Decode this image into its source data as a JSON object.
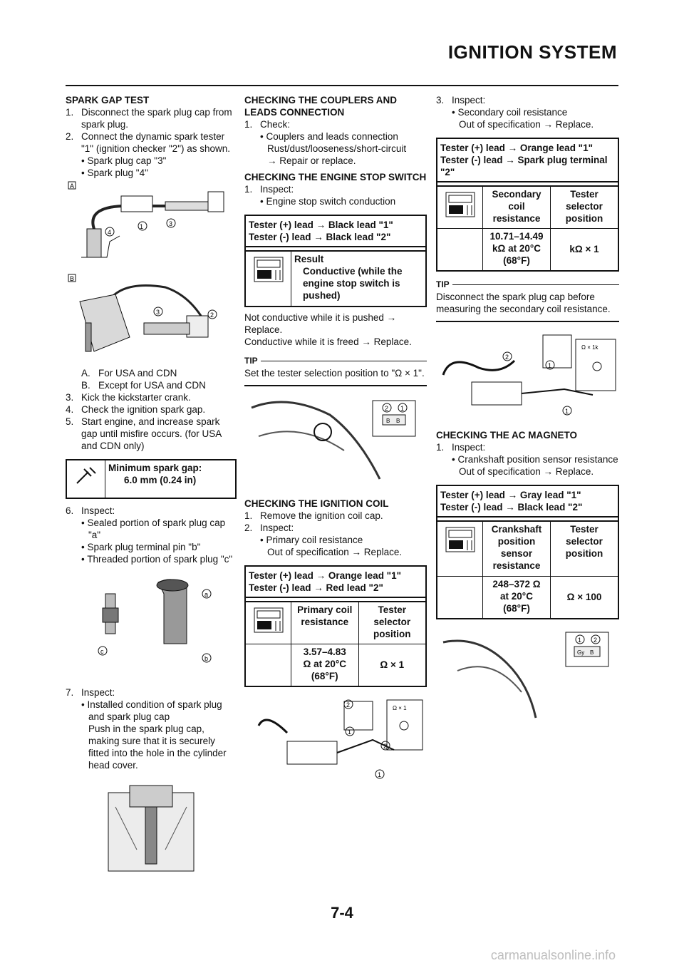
{
  "header": {
    "title": "IGNITION SYSTEM"
  },
  "page_number": "7-4",
  "watermark": "carmanualsonline.info",
  "col1": {
    "spark_gap_heading": "SPARK GAP TEST",
    "steps1": [
      {
        "n": "1.",
        "t": "Disconnect the spark plug cap from spark plug."
      },
      {
        "n": "2.",
        "t": "Connect the dynamic spark tester \"1\" (ignition checker \"2\") as shown."
      }
    ],
    "bullets1": [
      "Spark plug cap \"3\"",
      "Spark plug \"4\""
    ],
    "fig_labels": {
      "a": "A",
      "b": "B",
      "c1": "1",
      "c2": "2",
      "c3": "3",
      "c4": "4",
      "small": "a",
      "bb": "b",
      "cc": "c"
    },
    "ab": [
      {
        "n": "A.",
        "t": "For USA and CDN"
      },
      {
        "n": "B.",
        "t": "Except for USA and CDN"
      }
    ],
    "steps2": [
      {
        "n": "3.",
        "t": "Kick the kickstarter crank."
      },
      {
        "n": "4.",
        "t": "Check the ignition spark gap."
      },
      {
        "n": "5.",
        "t": "Start engine, and increase spark gap until misfire occurs. (for USA and CDN only)"
      }
    ],
    "spec": {
      "label": "Minimum spark gap:",
      "value": "6.0 mm (0.24 in)"
    },
    "step6": {
      "n": "6.",
      "t": "Inspect:"
    },
    "bullets6": [
      "Sealed portion of spark plug cap \"a\"",
      "Spark plug terminal pin \"b\"",
      "Threaded portion of spark plug \"c\""
    ],
    "step7": {
      "n": "7.",
      "t": "Inspect:"
    },
    "bullet7": "Installed condition of spark plug and spark plug cap",
    "bullet7_sub": "Push in the spark plug cap, making sure that it is securely fitted into the hole in the cylinder head cover."
  },
  "col2": {
    "couplers_heading": "CHECKING THE COUPLERS AND LEADS CONNECTION",
    "step1": {
      "n": "1.",
      "t": "Check:"
    },
    "bullet1": "Couplers and leads connection",
    "sub1": "Rust/dust/looseness/short-circuit",
    "sub1b": "→ Repair or replace.",
    "stop_heading": "CHECKING THE ENGINE STOP SWITCH",
    "stop_step": {
      "n": "1.",
      "t": "Inspect:"
    },
    "stop_bullet": "Engine stop switch conduction",
    "stop_table": {
      "lead1": "Tester (+) lead → Black lead \"1\"",
      "lead2": "Tester (-) lead → Black lead \"2\"",
      "result_label": "Result",
      "result_value": "Conductive (while the engine stop switch is pushed)"
    },
    "para1": "Not conductive while it is pushed → Replace.",
    "para2": "Conductive while it is freed → Replace.",
    "tip_label": "TIP",
    "tip_text": "Set the tester selection position to \"Ω × 1\".",
    "coil_heading": "CHECKING THE IGNITION COIL",
    "coil_steps": [
      {
        "n": "1.",
        "t": "Remove the ignition coil cap."
      },
      {
        "n": "2.",
        "t": "Inspect:"
      }
    ],
    "coil_bullet": "Primary coil resistance",
    "coil_sub": "Out of specification → Replace.",
    "coil_table": {
      "lead1": "Tester (+) lead → Orange lead \"1\"",
      "lead2": "Tester (-) lead → Red lead \"2\"",
      "h1": "Primary coil resistance",
      "h2": "Tester selector position",
      "v1a": "3.57–4.83",
      "v1b": "Ω at 20°C",
      "v1c": "(68°F)",
      "v2": "Ω × 1"
    },
    "fig_labels": {
      "one": "1",
      "two": "2",
      "b1": "B",
      "b2": "B",
      "ohm": "Ω × 1"
    }
  },
  "col3": {
    "step3": {
      "n": "3.",
      "t": "Inspect:"
    },
    "bullet3": "Secondary coil resistance",
    "sub3": "Out of specification → Replace.",
    "sec_table": {
      "lead1": "Tester (+) lead → Orange lead \"1\"",
      "lead2": "Tester (-) lead → Spark plug terminal \"2\"",
      "h1": "Secondary coil resistance",
      "h2": "Tester selector position",
      "v1a": "10.71–14.49",
      "v1b": "kΩ at 20°C",
      "v1c": "(68°F)",
      "v2": "kΩ × 1"
    },
    "tip_label": "TIP",
    "tip_text": "Disconnect the spark plug cap before measuring the secondary coil resistance.",
    "ac_heading": "CHECKING THE AC MAGNETO",
    "ac_step": {
      "n": "1.",
      "t": "Inspect:"
    },
    "ac_bullet": "Crankshaft position sensor resistance",
    "ac_sub": "Out of specification → Replace.",
    "ac_table": {
      "lead1": "Tester (+) lead → Gray lead \"1\"",
      "lead2": "Tester (-) lead → Black lead \"2\"",
      "h1": "Crankshaft position sensor resistance",
      "h2": "Tester selector position",
      "v1a": "248–372 Ω",
      "v1b": "at 20°C",
      "v1c": "(68°F)",
      "v2": "Ω × 100"
    },
    "fig_labels": {
      "one": "1",
      "two": "2",
      "gy": "Gy",
      "b": "B",
      "ohm": "Ω × 1k"
    }
  }
}
